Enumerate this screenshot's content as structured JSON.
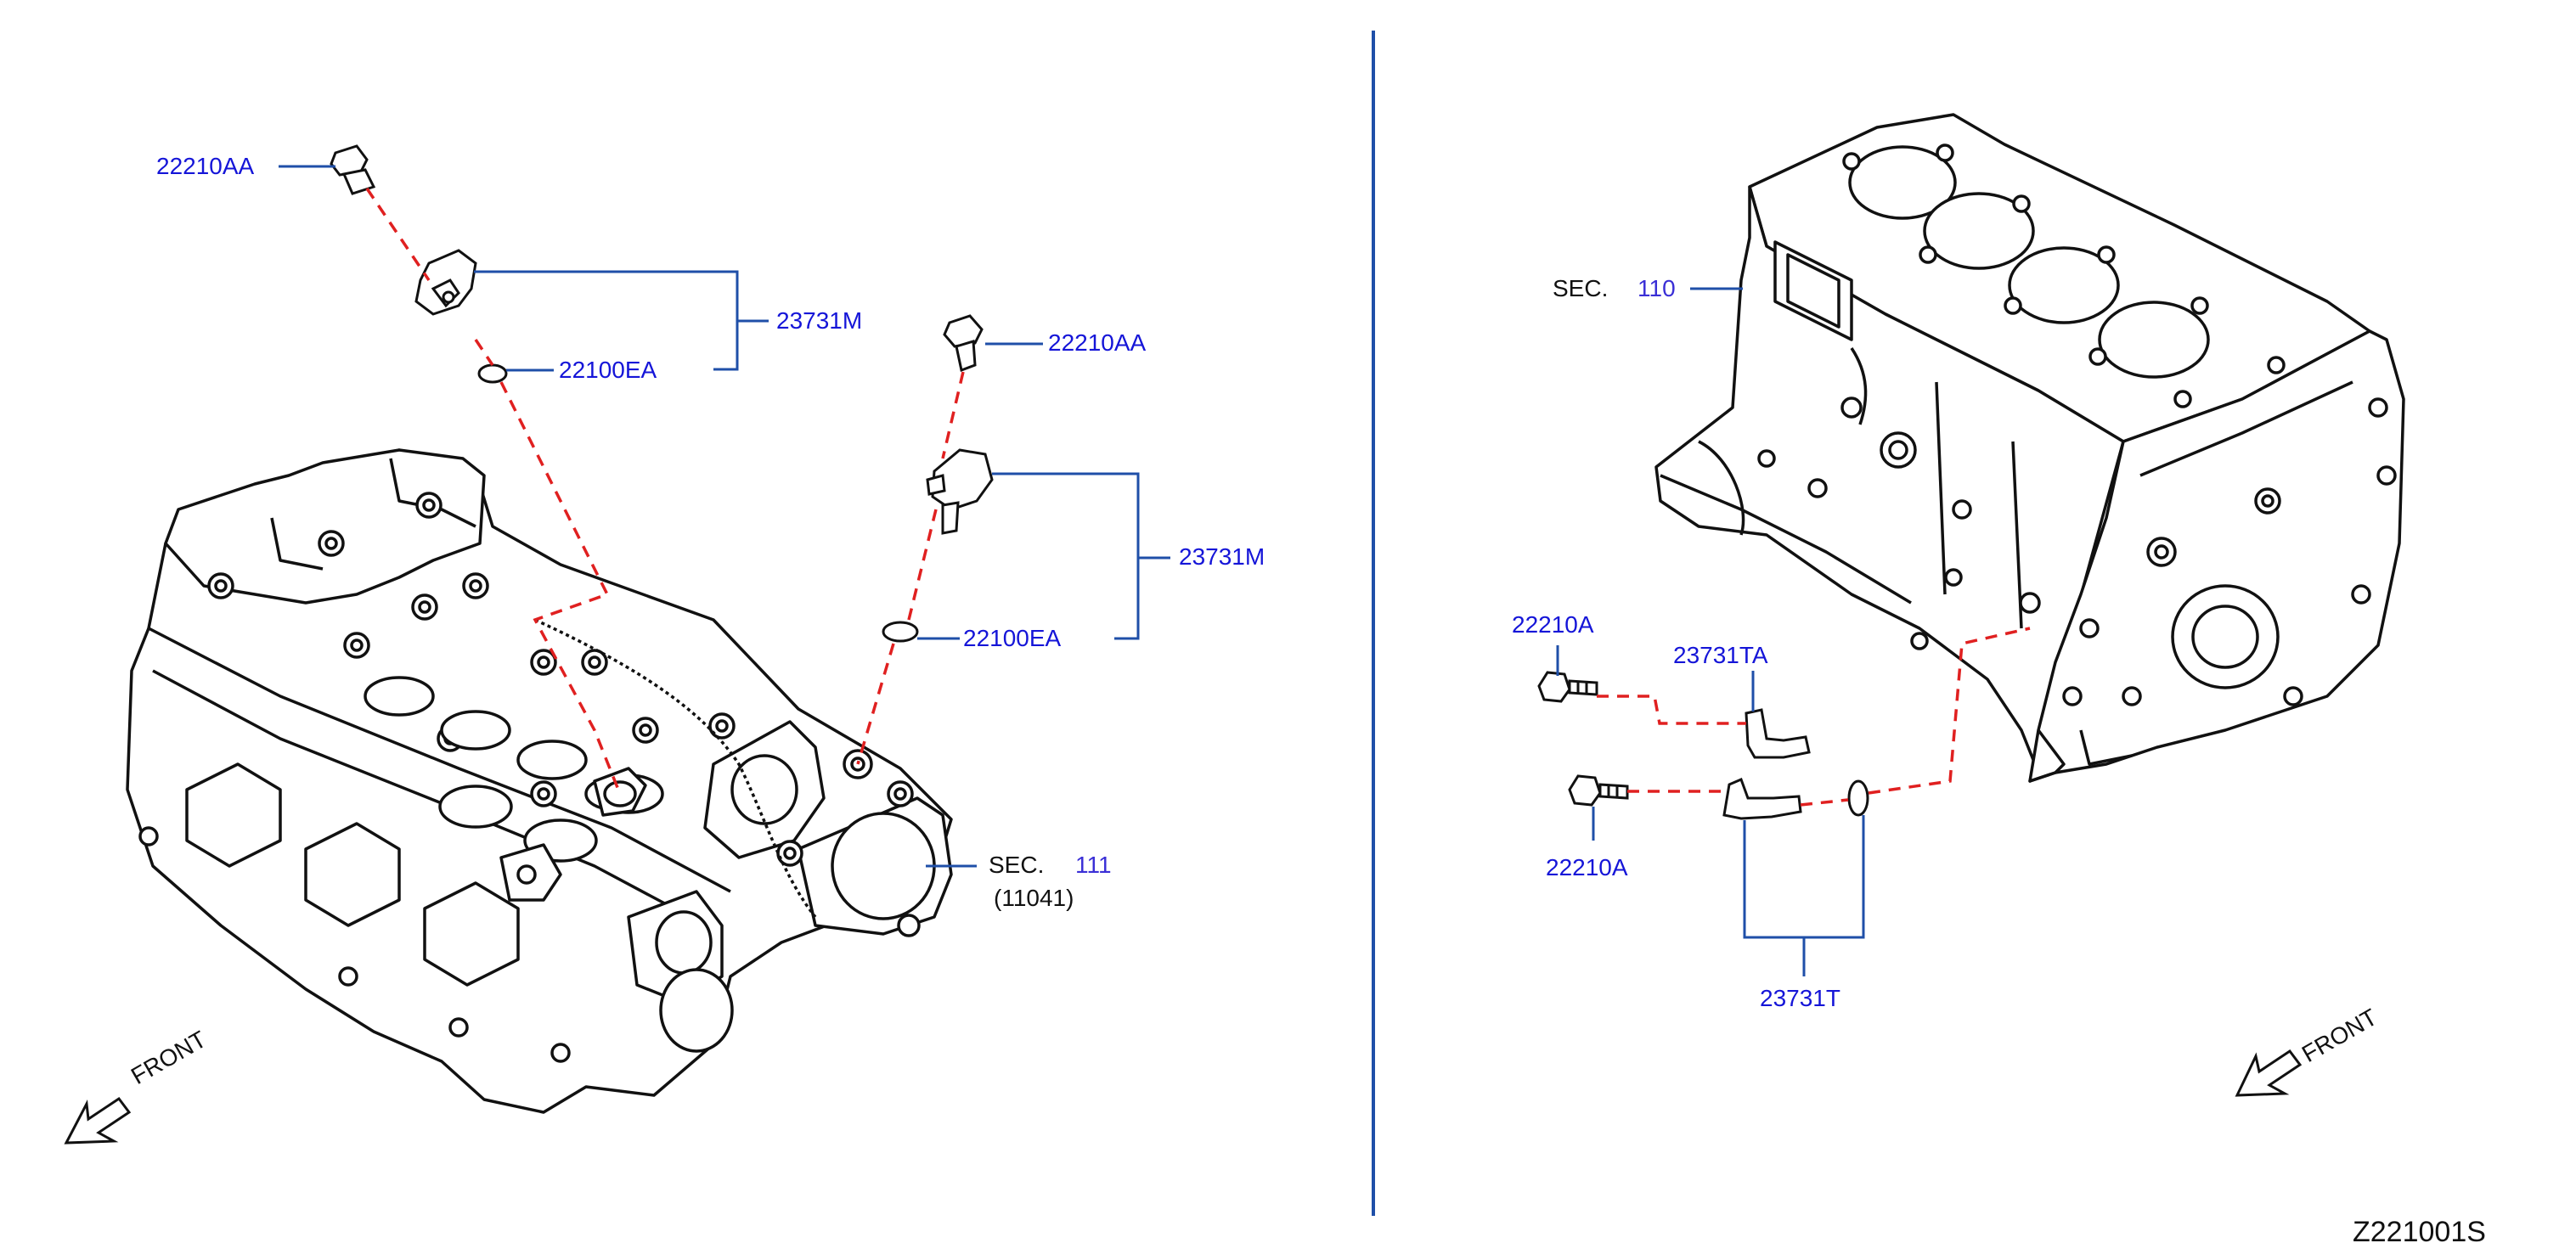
{
  "colors": {
    "label_blue": "#1515d8",
    "leader_blue": "#1f4fa8",
    "dash_red": "#e02020",
    "outline": "#111111",
    "divider": "#1f4fa8"
  },
  "left_panel": {
    "callouts": {
      "bolt_top": "22210AA",
      "sensor_top": "23731M",
      "oring_top": "22100EA",
      "bolt_right": "22210AA",
      "sensor_right": "23731M",
      "oring_right": "22100EA"
    },
    "section_ref": {
      "prefix": "SEC.",
      "number": "111",
      "sub": "(11041)"
    },
    "front_label": "FRONT",
    "parts": {
      "bolt": "bolt-icon",
      "sensor": "camshaft-position-sensor-icon",
      "oring": "o-ring-icon",
      "head": "cylinder-head-icon"
    }
  },
  "right_panel": {
    "callouts": {
      "bolt_upper": "22210A",
      "bolt_lower": "22210A",
      "sensor_upper": "23731TA",
      "sensor_group": "23731T"
    },
    "section_ref": {
      "prefix": "SEC.",
      "number": "110"
    },
    "front_label": "FRONT",
    "parts": {
      "block": "cylinder-block-icon",
      "sensor": "crankshaft-position-sensor-icon"
    }
  },
  "figure_code": "Z221001S"
}
